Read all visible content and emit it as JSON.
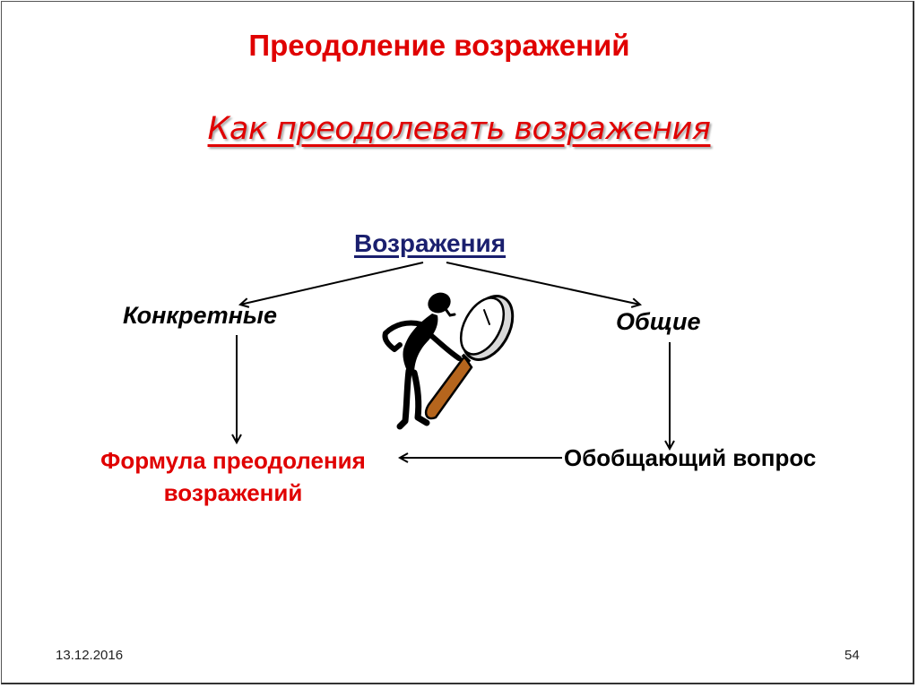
{
  "slide": {
    "title": "Преодоление возражений",
    "subtitle": "Как преодолевать возражения",
    "footer": {
      "date": "13.12.2016",
      "page_number": "54"
    }
  },
  "diagram": {
    "root": "Возражения",
    "branches": [
      {
        "label": "Конкретные",
        "leads_to": "Формула преодоления возражений"
      },
      {
        "label": "Общие",
        "leads_to": "Обобщающий вопрос"
      }
    ],
    "nodes": {
      "formula": "Формула преодоления возражений",
      "question": "Обобщающий вопрос"
    },
    "edges": [
      {
        "from": "Возражения",
        "to": "Конкретные"
      },
      {
        "from": "Возражения",
        "to": "Общие"
      },
      {
        "from": "Конкретные",
        "to": "Формула преодоления возражений"
      },
      {
        "from": "Общие",
        "to": "Обобщающий вопрос"
      },
      {
        "from": "Обобщающий вопрос",
        "to": "Формула преодоления возражений"
      }
    ],
    "illustration": "stick-figure-with-magnifying-glass-icon"
  },
  "colors": {
    "title_red": "#e00000",
    "root_navy": "#1a1f6e",
    "text_black": "#000000",
    "handle_brown": "#b5651d"
  }
}
